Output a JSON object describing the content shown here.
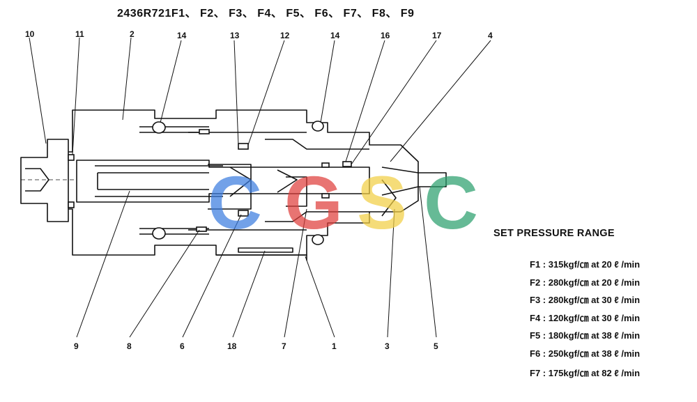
{
  "title": "2436R721F1、 F2、 F3、 F4、 F5、 F6、 F7、 F8、 F9",
  "part_numbers_top": [
    "10",
    "11",
    "2",
    "14",
    "13",
    "12",
    "14",
    "16",
    "17",
    "4"
  ],
  "part_numbers_bottom": [
    "9",
    "8",
    "6",
    "18",
    "7",
    "1",
    "3",
    "5"
  ],
  "watermark": {
    "text": "CGSC",
    "colors": [
      "#3c7de0",
      "#e0403c",
      "#f2cf45",
      "#2ca06e"
    ]
  },
  "set_pressure": {
    "heading": "SET PRESSURE RANGE",
    "items": [
      "F1 : 315kgf/㎝ at 20 ℓ /min",
      "F2 : 280kgf/㎝ at 20 ℓ /min",
      "F3 : 280kgf/㎝ at 30 ℓ /min",
      "F4 : 120kgf/㎝ at 30 ℓ /min",
      "F5 : 180kgf/㎝ at 38 ℓ /min",
      "F6 : 250kgf/㎝ at 38 ℓ /min",
      "F7 : 175kgf/㎝ at 82 ℓ /min"
    ]
  }
}
